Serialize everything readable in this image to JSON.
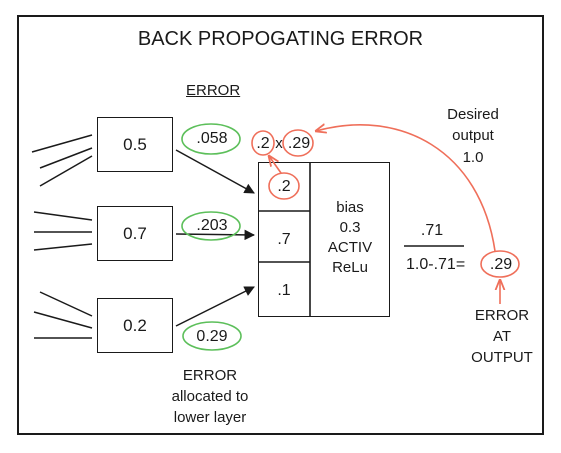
{
  "title": "BACK PROPOGATING ERROR",
  "error_header": "ERROR",
  "inputs": [
    {
      "value": "0.5",
      "error": ".058"
    },
    {
      "value": "0.7",
      "error": ".203"
    },
    {
      "value": "0.2",
      "error": "0.29"
    }
  ],
  "neuron": {
    "cells": [
      ".2",
      ".7",
      ".1"
    ],
    "body_lines": [
      "bias",
      "0.3",
      "ACTIV",
      "ReLu"
    ]
  },
  "top_calc": {
    "weight": ".2",
    "op": "x",
    "error": ".29"
  },
  "desired": {
    "lines": [
      "Desired",
      "output",
      "1.0"
    ]
  },
  "output": {
    "value": ".71",
    "calc_prefix": "1.0-.71=",
    "error": ".29"
  },
  "output_error_label": [
    "ERROR",
    "AT",
    "OUTPUT"
  ],
  "lower_label": [
    "ERROR",
    "allocated to",
    "lower layer"
  ],
  "colors": {
    "arrow_red": "#ef6f5a",
    "oval_green": "#5cbf5a",
    "ink": "#1a1a1a"
  }
}
